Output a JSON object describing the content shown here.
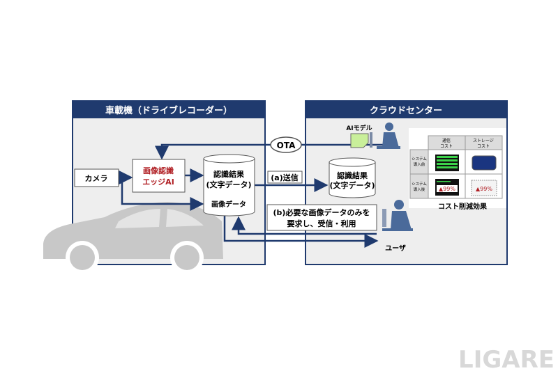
{
  "vehicle_panel": {
    "title": "車載機（ドライブレコーダー）"
  },
  "cloud_panel": {
    "title": "クラウドセンター"
  },
  "camera": {
    "label": "カメラ"
  },
  "edge_ai": {
    "line1": "画像認識",
    "line2": "エッジAI"
  },
  "vehicle_storage": {
    "line1": "認識結果",
    "line2": "(文字データ)",
    "line3": "画像データ"
  },
  "cloud_storage": {
    "line1": "認識結果",
    "line2": "(文字データ)"
  },
  "ota": {
    "label": "OTA"
  },
  "ai_model": {
    "label": "AIモデル"
  },
  "send": {
    "label": "(a)送信"
  },
  "request": {
    "line1": "(b)必要な画像データのみを",
    "line2": "要求し、受信・利用"
  },
  "user": {
    "label": "ユーザ"
  },
  "cost_table": {
    "col_headers": [
      [
        "通信",
        "コスト"
      ],
      [
        "ストレージ",
        "コスト"
      ]
    ],
    "row_headers": [
      [
        "システム",
        "導入前"
      ],
      [
        "システム",
        "導入後"
      ]
    ],
    "reduction_comm": "▲99%",
    "reduction_storage": "▲99%",
    "caption": "コスト削減効果"
  },
  "watermark": "LIGARE",
  "colors": {
    "navy": "#1f3a6e",
    "panel_bg": "#eeeeee",
    "red_text": "#b01e23",
    "arrow": "#1f3a6e"
  }
}
